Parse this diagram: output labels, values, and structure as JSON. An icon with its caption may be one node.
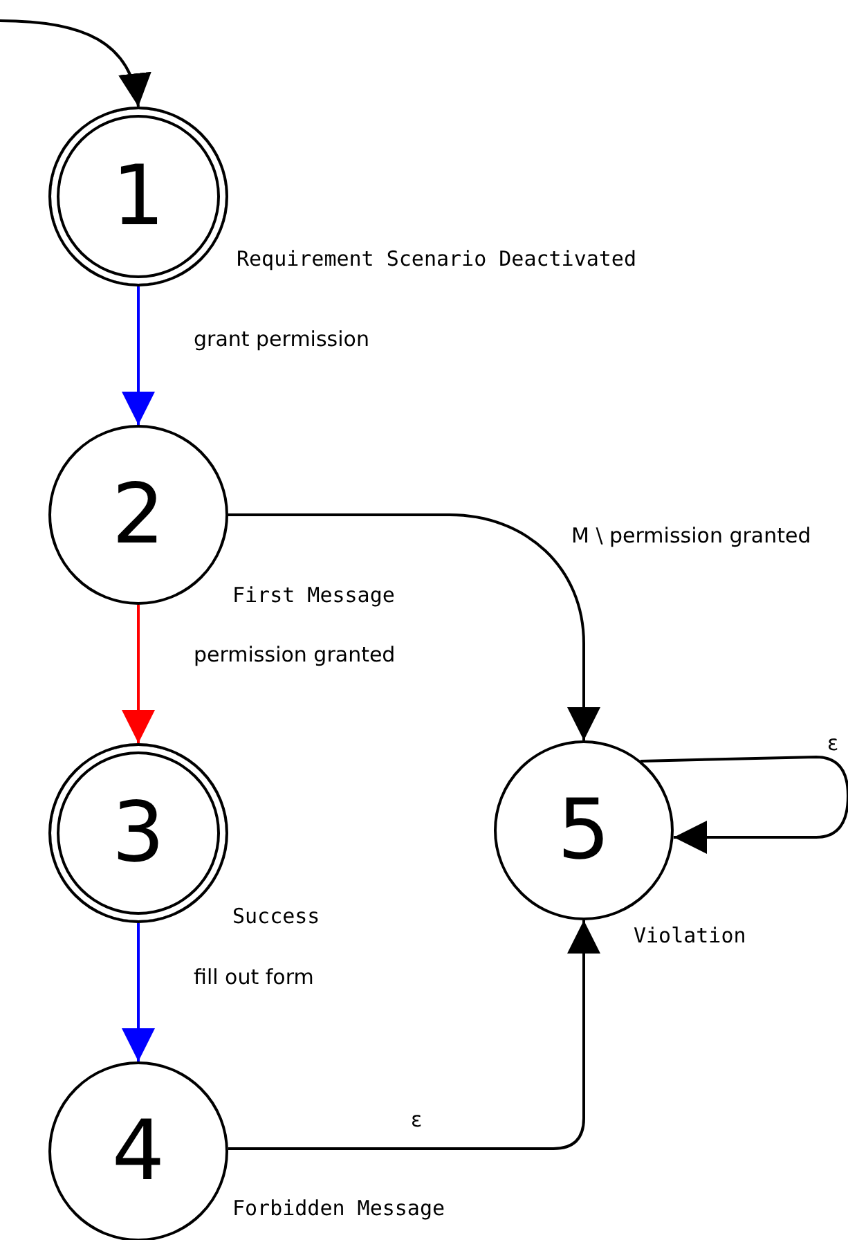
{
  "diagram": {
    "nodes": [
      {
        "text": [
          "1"
        ],
        "beside": [
          "Requirement Scenario Deactivated"
        ]
      },
      {
        "text": [
          "2"
        ],
        "beside": [
          "First Message"
        ]
      },
      {
        "text": [
          "3"
        ],
        "beside": [
          "Success"
        ]
      },
      {
        "text": [
          "4"
        ],
        "beside": [
          "Forbidden Message"
        ]
      },
      {
        "text": [
          "5"
        ],
        "beside": [
          "Violation"
        ]
      }
    ],
    "edges": [
      {
        "from": null,
        "to": 0,
        "arrow": "to"
      },
      {
        "from": 0,
        "to": 1,
        "arrow": "to",
        "label": "grant permission",
        "color": "#0000ff"
      },
      {
        "from": 1,
        "to": 2,
        "arrow": "to",
        "label": "permission granted",
        "color": "#ff0000"
      },
      {
        "from": 2,
        "to": 3,
        "arrow": "to",
        "label": "fill out form",
        "color": "#0000ff"
      },
      {
        "from": 1,
        "to": 4,
        "arrow": "to",
        "label": "M \\ permission granted"
      },
      {
        "from": 3,
        "to": 4,
        "arrow": "to",
        "label": "ε"
      },
      {
        "from": 4,
        "to": 4,
        "arrow": "to",
        "label": "ε"
      }
    ]
  }
}
